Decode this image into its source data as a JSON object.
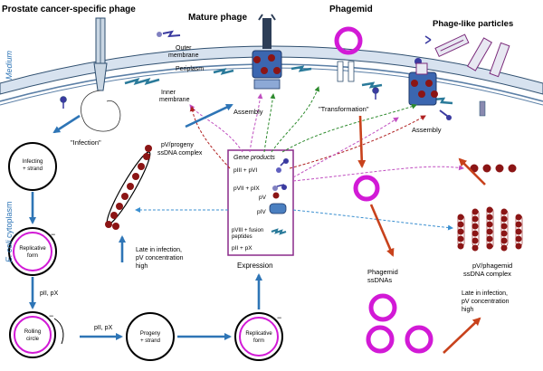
{
  "labels": {
    "title_prostate": "Prostate cancer-specific phage",
    "title_mature": "Mature phage",
    "title_phagemid": "Phagemid",
    "title_plp": "Phage-like particles",
    "medium": "Medium",
    "cytoplasm_a": "E. coli",
    "cytoplasm_b": " cytoplasm",
    "outer_membrane_1": "Outer",
    "outer_membrane_2": "membrane",
    "periplasm": "Periplasm",
    "inner_membrane_1": "Inner",
    "inner_membrane_2": "membrane",
    "assembly_1": "Assembly",
    "assembly_2": "Assembly",
    "transformation": "\"Transformation\"",
    "infection": "\"Infection\"",
    "infecting_1": "Infecting",
    "infecting_2": "+ strand",
    "replicative_1": "Replicative",
    "replicative_2": "form",
    "replicative_b1": "Replicative",
    "replicative_b2": "form",
    "rolling_1": "Rolling",
    "rolling_2": "circle",
    "progeny_1": "Progeny",
    "progeny_2": "+ strand",
    "pII_pX_1": "pII, pX",
    "pII_pX_2": "pII, pX",
    "pv_complex_1": "pV/progeny",
    "pv_complex_2": "ssDNA complex",
    "late_a1": "Late in infection,",
    "late_a2": "pV concentration",
    "late_a3": "high",
    "late_b1": "Late in infection,",
    "late_b2": "pV concentration",
    "late_b3": "high",
    "gene_products": "Gene products",
    "gp_1": "pIII + pVI",
    "gp_2": "pVII + pIX",
    "gp_3": "pV",
    "gp_4": "pIV",
    "gp_5a": "pVIII + fusion",
    "gp_5b": "peptides",
    "gp_6": "pII + pX",
    "expression": "Expression",
    "phagemid_ss_1": "Phagemid",
    "phagemid_ss_2": "ssDNAs",
    "pv_phagemid_1": "pV/phagemid",
    "pv_phagemid_2": "ssDNA complex",
    "minus_1": "−",
    "minus_2": "−",
    "minus_3": "−"
  },
  "colors": {
    "ring": "#d21ad6",
    "arrow_blue": "#2e75b6",
    "arrow_orange": "#c8421c",
    "membrane_fill": "#d7e2ef",
    "membrane_line": "#2f4f6f",
    "pv_dot": "#8b1515",
    "box_border": "#8a2a8a"
  }
}
